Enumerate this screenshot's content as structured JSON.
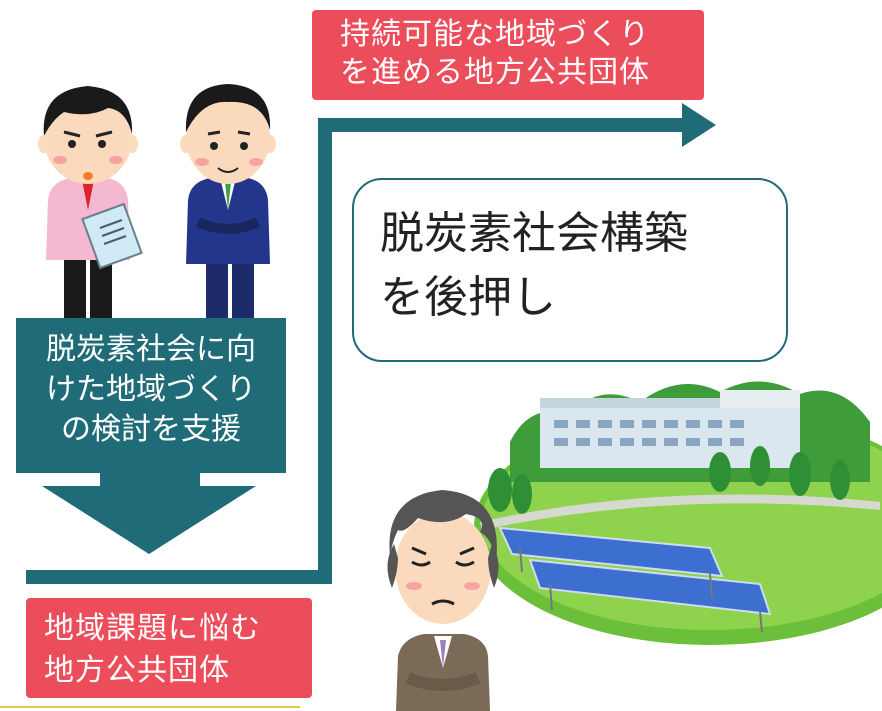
{
  "top_tag": {
    "lines": [
      "持続可能な地域づくり",
      "を進める地方公共団体"
    ]
  },
  "support_box": {
    "lines": [
      "脱炭素社会に向",
      "けた地域づくり",
      "の検討を支援"
    ]
  },
  "speech_bubble": {
    "lines": [
      "脱炭素社会構築",
      "を後押し"
    ]
  },
  "bottom_tag": {
    "lines": [
      "地域課題に悩む",
      "地方公共団体"
    ]
  },
  "colors": {
    "tag_red": "#ec4d5b",
    "teal": "#1f6b78",
    "grass": "#6cbf3a",
    "panel_blue": "#3d6fd0"
  },
  "icons": [
    "consultant-man-icon",
    "businessman-icon",
    "worried-official-icon",
    "solar-campus-illustration"
  ]
}
